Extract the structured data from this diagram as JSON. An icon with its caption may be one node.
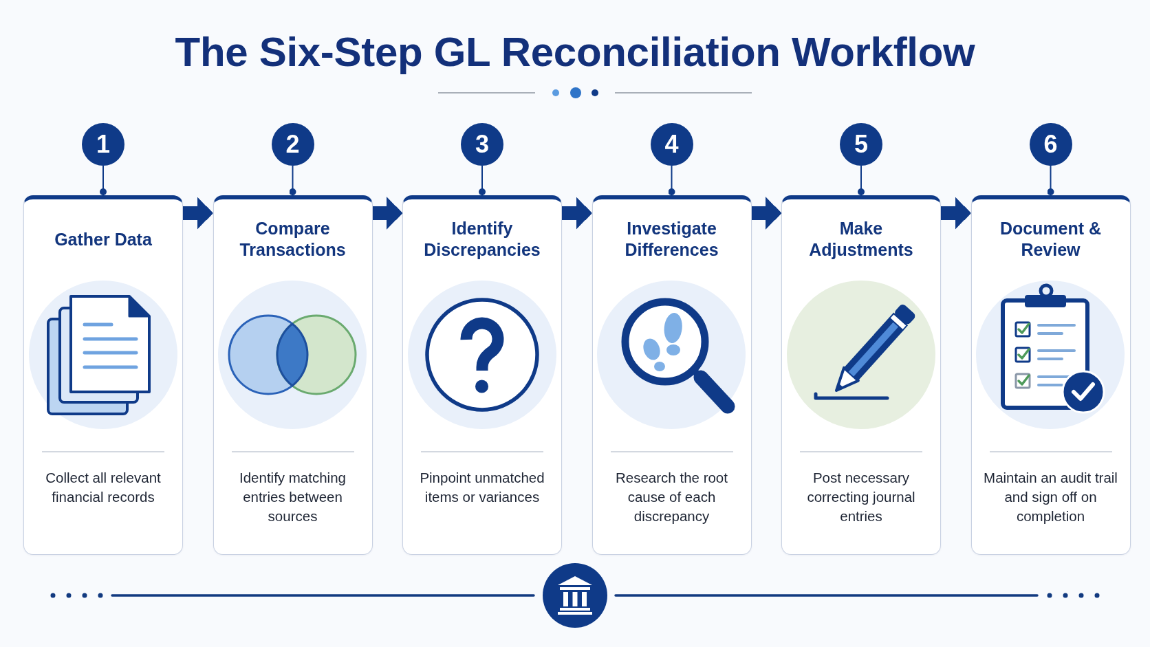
{
  "diagram": {
    "title": "The Six-Step GL Reconciliation Workflow",
    "nodes": [
      {
        "text": [
          "1"
        ]
      },
      {
        "text": [
          "Gather Data",
          "Collect all relevant financial records"
        ]
      },
      {
        "text": [
          "2"
        ]
      },
      {
        "text": [
          "Compare Transactions",
          "Identify matching entries between sources"
        ]
      },
      {
        "text": [
          "3"
        ]
      },
      {
        "text": [
          "Identify Discrepancies",
          "Pinpoint unmatched items or variances"
        ]
      },
      {
        "text": [
          "4"
        ]
      },
      {
        "text": [
          "Investigate Differences",
          "Research the root cause of each discrepancy"
        ]
      },
      {
        "text": [
          "5"
        ]
      },
      {
        "text": [
          "Make Adjustments",
          "Post necessary correcting journal entries"
        ]
      },
      {
        "text": [
          "6"
        ]
      },
      {
        "text": [
          "Document & Review",
          "Maintain an audit trail and sign off on completion"
        ]
      }
    ],
    "edges": [
      {
        "from": 0,
        "to": 1,
        "arrow": "other"
      },
      {
        "from": 1,
        "to": 3,
        "arrow": "to",
        "style": "thick"
      },
      {
        "from": 2,
        "to": 3,
        "arrow": "other"
      },
      {
        "from": 3,
        "to": 5,
        "arrow": "to",
        "style": "thick"
      },
      {
        "from": 4,
        "to": 5,
        "arrow": "other"
      },
      {
        "from": 5,
        "to": 7,
        "arrow": "to",
        "style": "thick"
      },
      {
        "from": 6,
        "to": 7,
        "arrow": "other"
      },
      {
        "from": 7,
        "to": 9,
        "arrow": "to",
        "style": "thick"
      },
      {
        "from": 8,
        "to": 9,
        "arrow": "other"
      },
      {
        "from": 9,
        "to": 11,
        "arrow": "to",
        "style": "thick"
      },
      {
        "from": 10,
        "to": 11,
        "arrow": "other"
      }
    ]
  }
}
